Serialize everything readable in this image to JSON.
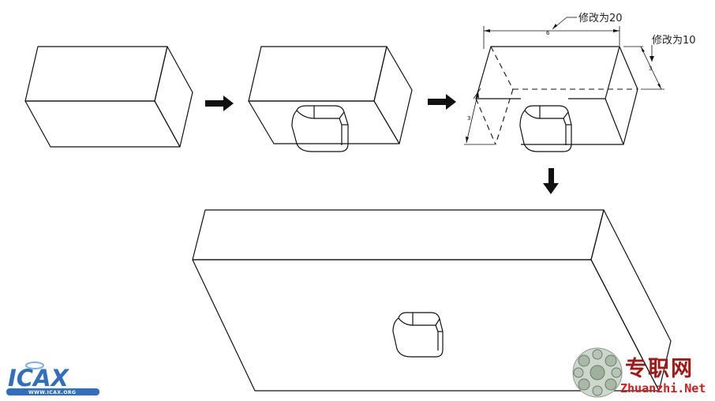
{
  "annotations": {
    "modify_20": "修改为20",
    "modify_10": "修改为10",
    "dim_width": "6",
    "dim_depth": "3",
    "dim_height": "3"
  },
  "logos": {
    "icax_text": "ICAX",
    "icax_url": "WWW.ICAX.ORG",
    "zhuanzhi_cn": "专职网",
    "zhuanzhi_url": "Zhuanzhi.Net"
  },
  "colors": {
    "line": "#111111",
    "zhuanzhi_red": "#d21b1b",
    "icax_blue": "#2f6fbe"
  },
  "icons": [
    "arrow-right-icon",
    "arrow-right-icon",
    "arrow-down-icon"
  ]
}
